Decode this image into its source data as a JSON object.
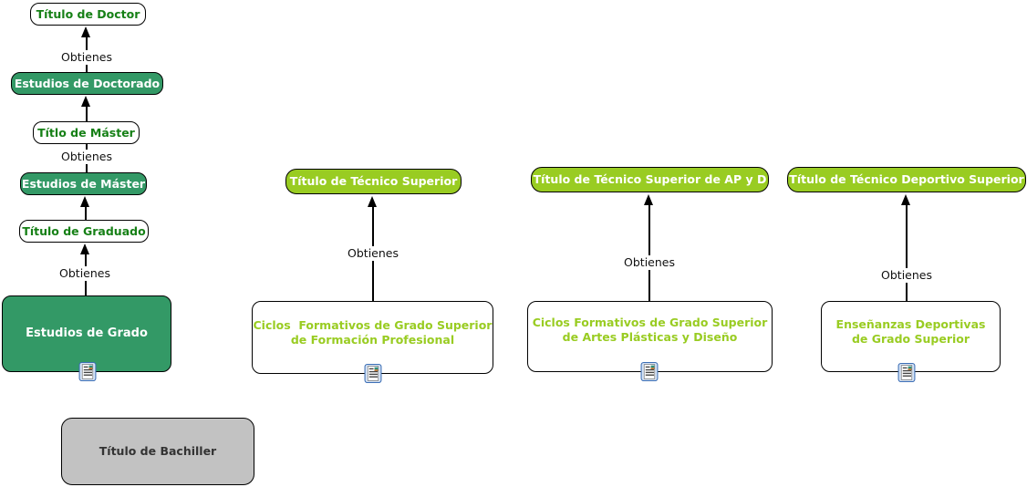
{
  "colors": {
    "dark_green": "#339966",
    "lime_green": "#99cc22",
    "green_text": "#168016",
    "gray_fill": "#c2c2c2",
    "line": "#000000"
  },
  "column1": {
    "titulo_doctor": "Título de Doctor",
    "obtienes_top": "Obtienes",
    "estudios_doctorado": "Estudios de Doctorado",
    "titlo_master": "Títlo de Máster",
    "obtienes_mid": "Obtienes",
    "estudios_master": "Estudios de Máster",
    "titulo_graduado": "Título de Graduado",
    "obtienes_bottom": "Obtienes",
    "estudios_grado": "Estudios de Grado",
    "titulo_bachiller": "Título de Bachiller"
  },
  "column2": {
    "title": "Título de Técnico Superior",
    "obtienes": "Obtienes",
    "body_line1": "Ciclos  Formativos de Grado Superior",
    "body_line2": "de Formación Profesional"
  },
  "column3": {
    "title": "Título de Técnico Superior de AP y D",
    "obtienes": "Obtienes",
    "body_line1": "Ciclos Formativos de Grado Superior",
    "body_line2": "de Artes Plásticas y Diseño"
  },
  "column4": {
    "title": "Título de Técnico Deportivo Superior",
    "obtienes": "Obtienes",
    "body_line1": "Enseñanzas Deportivas",
    "body_line2": "de Grado Superior"
  },
  "icons": {
    "resource_icon": "document-with-image"
  }
}
